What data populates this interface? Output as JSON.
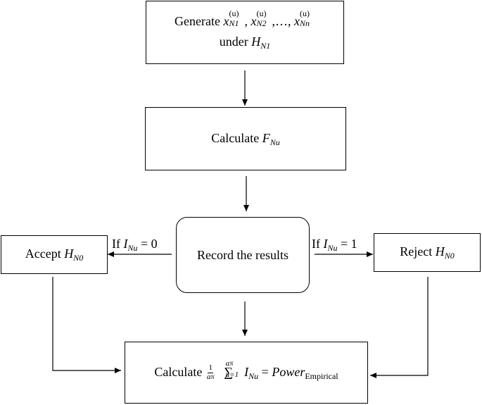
{
  "nodes": {
    "generate": {
      "word": "Generate",
      "x_sym": "x",
      "sup": "(u)",
      "sub1": "N1",
      "sub2": "N2",
      "sub3": "Nn",
      "sep": ",",
      "ellipsis": ",…,",
      "under_word": "under",
      "H": "H",
      "H_sub": "N1"
    },
    "calculate_f": {
      "word": "Calculate",
      "F": "F",
      "F_sub": "Nu"
    },
    "record": {
      "label": "Record the results"
    },
    "accept": {
      "word": "Accept",
      "H": "H",
      "H_sub": "N0"
    },
    "reject": {
      "word": "Reject",
      "H": "H",
      "H_sub": "N0"
    },
    "calculate_power": {
      "word": "Calculate",
      "frac_num": "1",
      "frac_den": "a",
      "frac_den_sub": "N",
      "sum_symbol": "∑",
      "sum_upper": "a",
      "sum_upper_sub": "N",
      "sum_lower": "u=1",
      "I": "I",
      "I_sub": "Nu",
      "equals": "=",
      "power": "Power",
      "power_sub": "Empirical"
    }
  },
  "conditions": {
    "left": {
      "if_word": "If",
      "I": "I",
      "I_sub": "Nu",
      "relation": "= 0"
    },
    "right": {
      "if_word": "If",
      "I": "I",
      "I_sub": "Nu",
      "relation": "= 1"
    }
  }
}
